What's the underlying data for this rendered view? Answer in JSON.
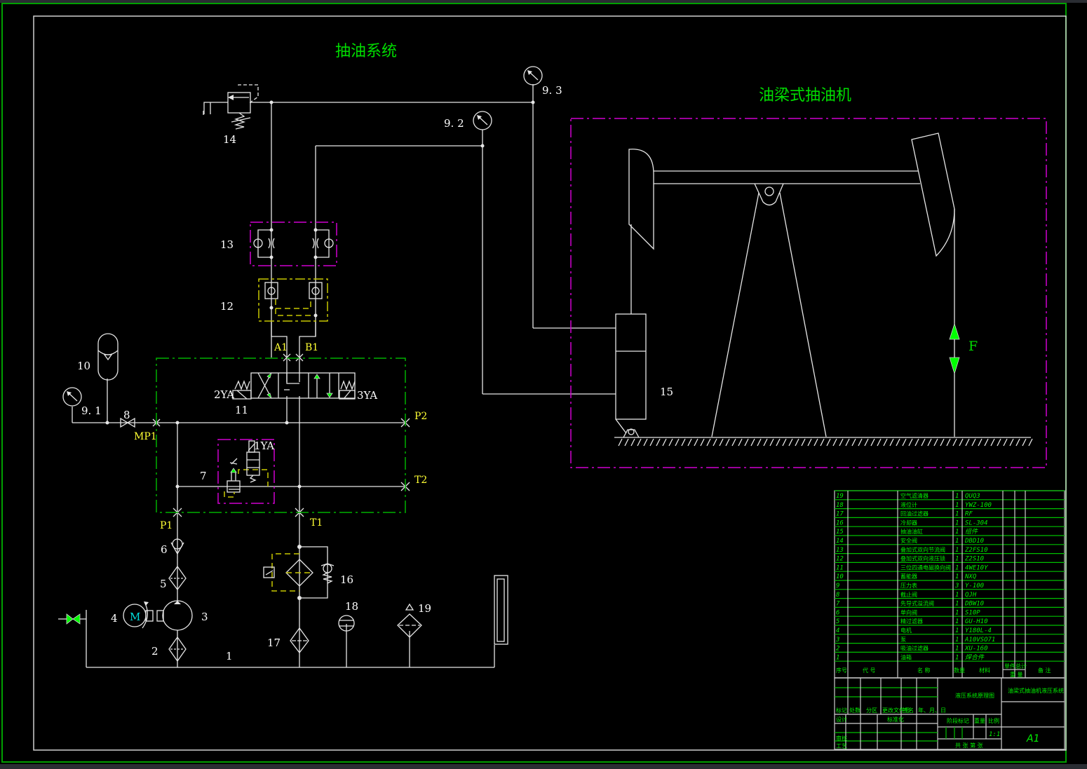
{
  "drawing": {
    "title_left": "抽油系统",
    "title_right": "油梁式抽油机",
    "force_label": "F",
    "colors": {
      "background": "#000000",
      "frame_outer": "#00a000",
      "line": "#e6e6e6",
      "text_green": "#00dd00",
      "port_yellow": "#ffff33",
      "magenta": "#d000d0",
      "yellow_pilot": "#c8c800"
    }
  },
  "component_labels": {
    "c1": "1",
    "c2": "2",
    "c3": "3",
    "c4": "4",
    "c5": "5",
    "c6": "6",
    "c7": "7",
    "c8": "8",
    "c9_1": "9. 1",
    "c9_2": "9. 2",
    "c9_3": "9. 3",
    "c10": "10",
    "c11": "11",
    "c12": "12",
    "c13": "13",
    "c14": "14",
    "c15": "15",
    "c16": "16",
    "c17": "17",
    "c18": "18",
    "c19": "19",
    "motor": "M",
    "sol1": "1YA",
    "sol2": "2YA",
    "sol3": "3YA"
  },
  "ports": {
    "a1": "A1",
    "b1": "B1",
    "p1": "P1",
    "p2": "P2",
    "t1": "T1",
    "t2": "T2",
    "mp1": "MP1"
  },
  "bom": {
    "rows": [
      {
        "no": "19",
        "name": "空气滤清器",
        "qty": "1",
        "material": "QUQ3"
      },
      {
        "no": "18",
        "name": "液位计",
        "qty": "1",
        "material": "YWZ-100"
      },
      {
        "no": "17",
        "name": "回油过滤器",
        "qty": "1",
        "material": "RF"
      },
      {
        "no": "16",
        "name": "冷却器",
        "qty": "1",
        "material": "SL-304"
      },
      {
        "no": "15",
        "name": "抽油油缸",
        "qty": "1",
        "material": "组件"
      },
      {
        "no": "14",
        "name": "安全阀",
        "qty": "1",
        "material": "DBD10"
      },
      {
        "no": "13",
        "name": "叠加式双向节流阀",
        "qty": "1",
        "material": "Z2FS10"
      },
      {
        "no": "12",
        "name": "叠加式双向液压锁",
        "qty": "1",
        "material": "Z2S10"
      },
      {
        "no": "11",
        "name": "三位四通电磁换向阀",
        "qty": "1",
        "material": "4WE10Y"
      },
      {
        "no": "10",
        "name": "蓄能器",
        "qty": "1",
        "material": "NXQ"
      },
      {
        "no": "9",
        "name": "压力表",
        "qty": "3",
        "material": "Y-100"
      },
      {
        "no": "8",
        "name": "截止阀",
        "qty": "1",
        "material": "QJH"
      },
      {
        "no": "7",
        "name": "先导式溢流阀",
        "qty": "1",
        "material": "DBW10"
      },
      {
        "no": "6",
        "name": "单向阀",
        "qty": "1",
        "material": "S10P"
      },
      {
        "no": "5",
        "name": "精过滤器",
        "qty": "1",
        "material": "GU-H10"
      },
      {
        "no": "4",
        "name": "电机",
        "qty": "1",
        "material": "Y180L-4"
      },
      {
        "no": "3",
        "name": "泵",
        "qty": "1",
        "material": "A10VSO71"
      },
      {
        "no": "2",
        "name": "吸油过滤器",
        "qty": "1",
        "material": "XU-160"
      },
      {
        "no": "1",
        "name": "油箱",
        "qty": "1",
        "material": "焊合件"
      }
    ],
    "header": {
      "no": "序号",
      "code": "代 号",
      "name": "名 称",
      "qty": "数量",
      "material": "材料",
      "unit": "单件",
      "total": "总计",
      "weight": "重 量",
      "remark": "备 注"
    }
  },
  "title_block": {
    "drawing_name": "液压系统原理图",
    "project_name": "油梁式抽油机液压系统",
    "mark": "标记",
    "count": "处数",
    "zone": "分区",
    "change_doc": "更改文件号",
    "signature": "签名",
    "date": "年、月、日",
    "design": "设计",
    "standardize": "标准化",
    "stage_mark": "阶段标记",
    "weight": "重量",
    "scale_label": "比例",
    "review": "审核",
    "process": "工艺",
    "scale": "1:1",
    "sheets": "共 张 第 张",
    "size": "A1"
  }
}
